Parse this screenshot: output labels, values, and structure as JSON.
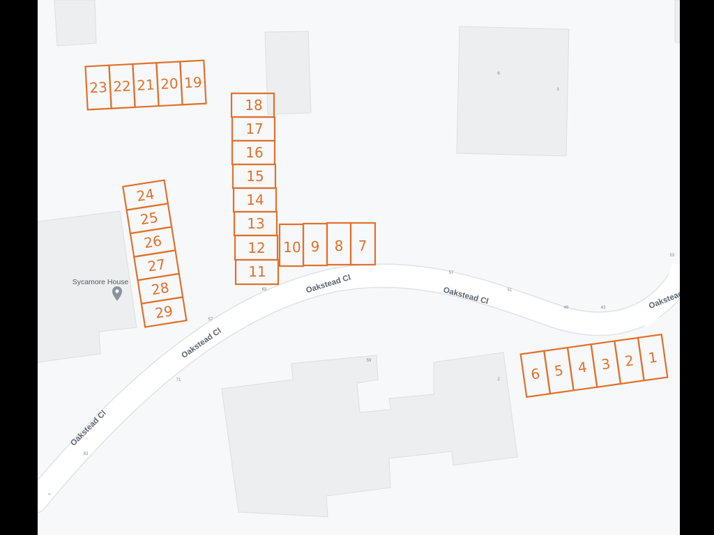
{
  "map": {
    "background_color": "#f7f8fa",
    "building_color": "#edeef0",
    "road_color": "#ffffff",
    "bay_color": "#e0702a",
    "road_name": "Oakstead Cl",
    "road_labels": [
      "Oakstead Cl",
      "Oakstead Cl",
      "Oakstead Cl",
      "Oakstead Cl",
      "Oakstead Cl"
    ],
    "poi": {
      "name": "Sycamore House",
      "icon": "map-pin-icon"
    },
    "house_numbers": [
      "6",
      "3",
      "63",
      "57",
      "57",
      "51",
      "49",
      "43",
      "53",
      "59",
      "2",
      "71",
      "83"
    ],
    "parking_bays": [
      "1",
      "2",
      "3",
      "4",
      "5",
      "6",
      "7",
      "8",
      "9",
      "10",
      "11",
      "12",
      "13",
      "14",
      "15",
      "16",
      "17",
      "18",
      "19",
      "20",
      "21",
      "22",
      "23",
      "24",
      "25",
      "26",
      "27",
      "28",
      "29"
    ]
  }
}
